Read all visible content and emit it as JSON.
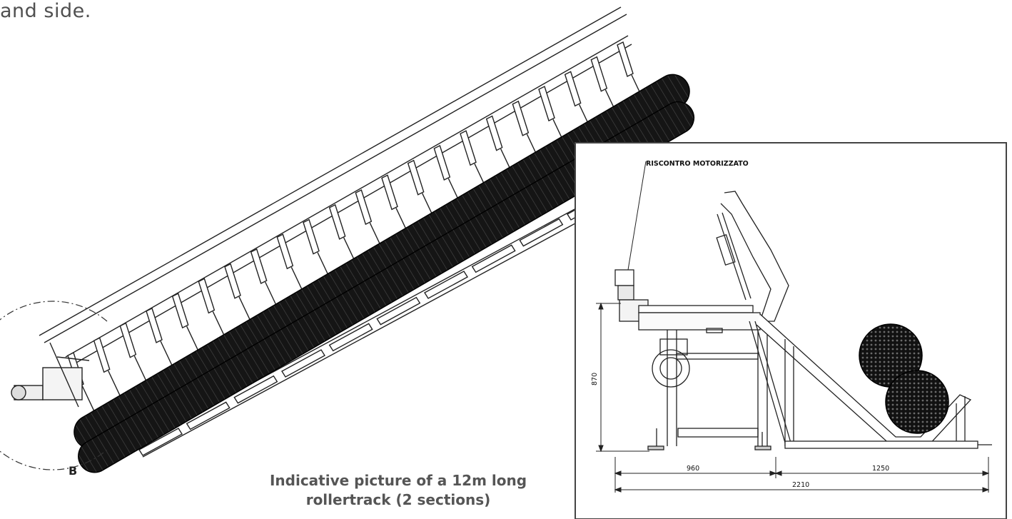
{
  "intro_text": "and side.",
  "caption": {
    "line1": "Indicative picture of a 12m long",
    "line2": "rollertrack (2 sections)"
  },
  "iso_view": {
    "detail_label": "B"
  },
  "side_view": {
    "callout_label": "RISCONTRO MOTORIZZATO",
    "dimensions": {
      "height": "870",
      "left_width": "960",
      "right_width": "1250",
      "total_width": "2210"
    }
  },
  "colors": {
    "line": "#222222",
    "log": "#1a1a1a",
    "caption_text": "#555555",
    "intro_text": "#505050"
  }
}
